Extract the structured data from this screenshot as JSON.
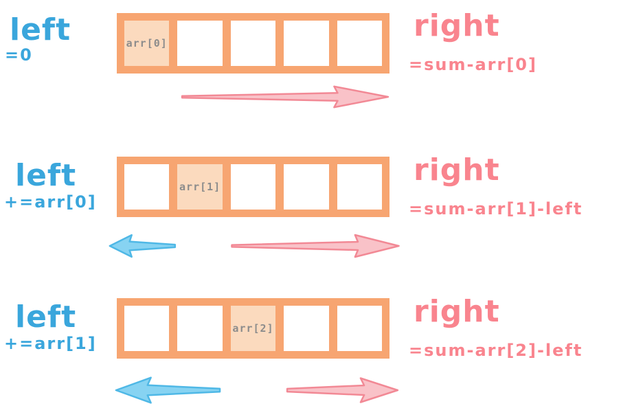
{
  "colors": {
    "blue": "#3AA6DC",
    "pink": "#F9848E",
    "orange-frame": "#F7A571",
    "peach-fill": "#FBDABE",
    "cell-label": "#8C8C8C",
    "blue-arrow-fill": "#87D3F2",
    "blue-arrow-stroke": "#4FB8E6",
    "pink-arrow-fill": "#F9C2C8",
    "pink-arrow-stroke": "#F28995"
  },
  "rows": [
    {
      "left_label": "left",
      "left_expr": "=0",
      "cell_label": "arr[0]",
      "highlight_index": 0,
      "cell_count": 5,
      "right_label": "right",
      "right_expr": "=sum-arr[0]",
      "arrows": [
        "pink-right"
      ]
    },
    {
      "left_label": "left",
      "left_expr": "+=arr[0]",
      "cell_label": "arr[1]",
      "highlight_index": 1,
      "cell_count": 5,
      "right_label": "right",
      "right_expr": "=sum-arr[1]-left",
      "arrows": [
        "blue-left",
        "pink-right"
      ]
    },
    {
      "left_label": "left",
      "left_expr": "+=arr[1]",
      "cell_label": "arr[2]",
      "highlight_index": 2,
      "cell_count": 5,
      "right_label": "right",
      "right_expr": "=sum-arr[2]-left",
      "arrows": [
        "blue-left",
        "pink-right"
      ]
    }
  ]
}
